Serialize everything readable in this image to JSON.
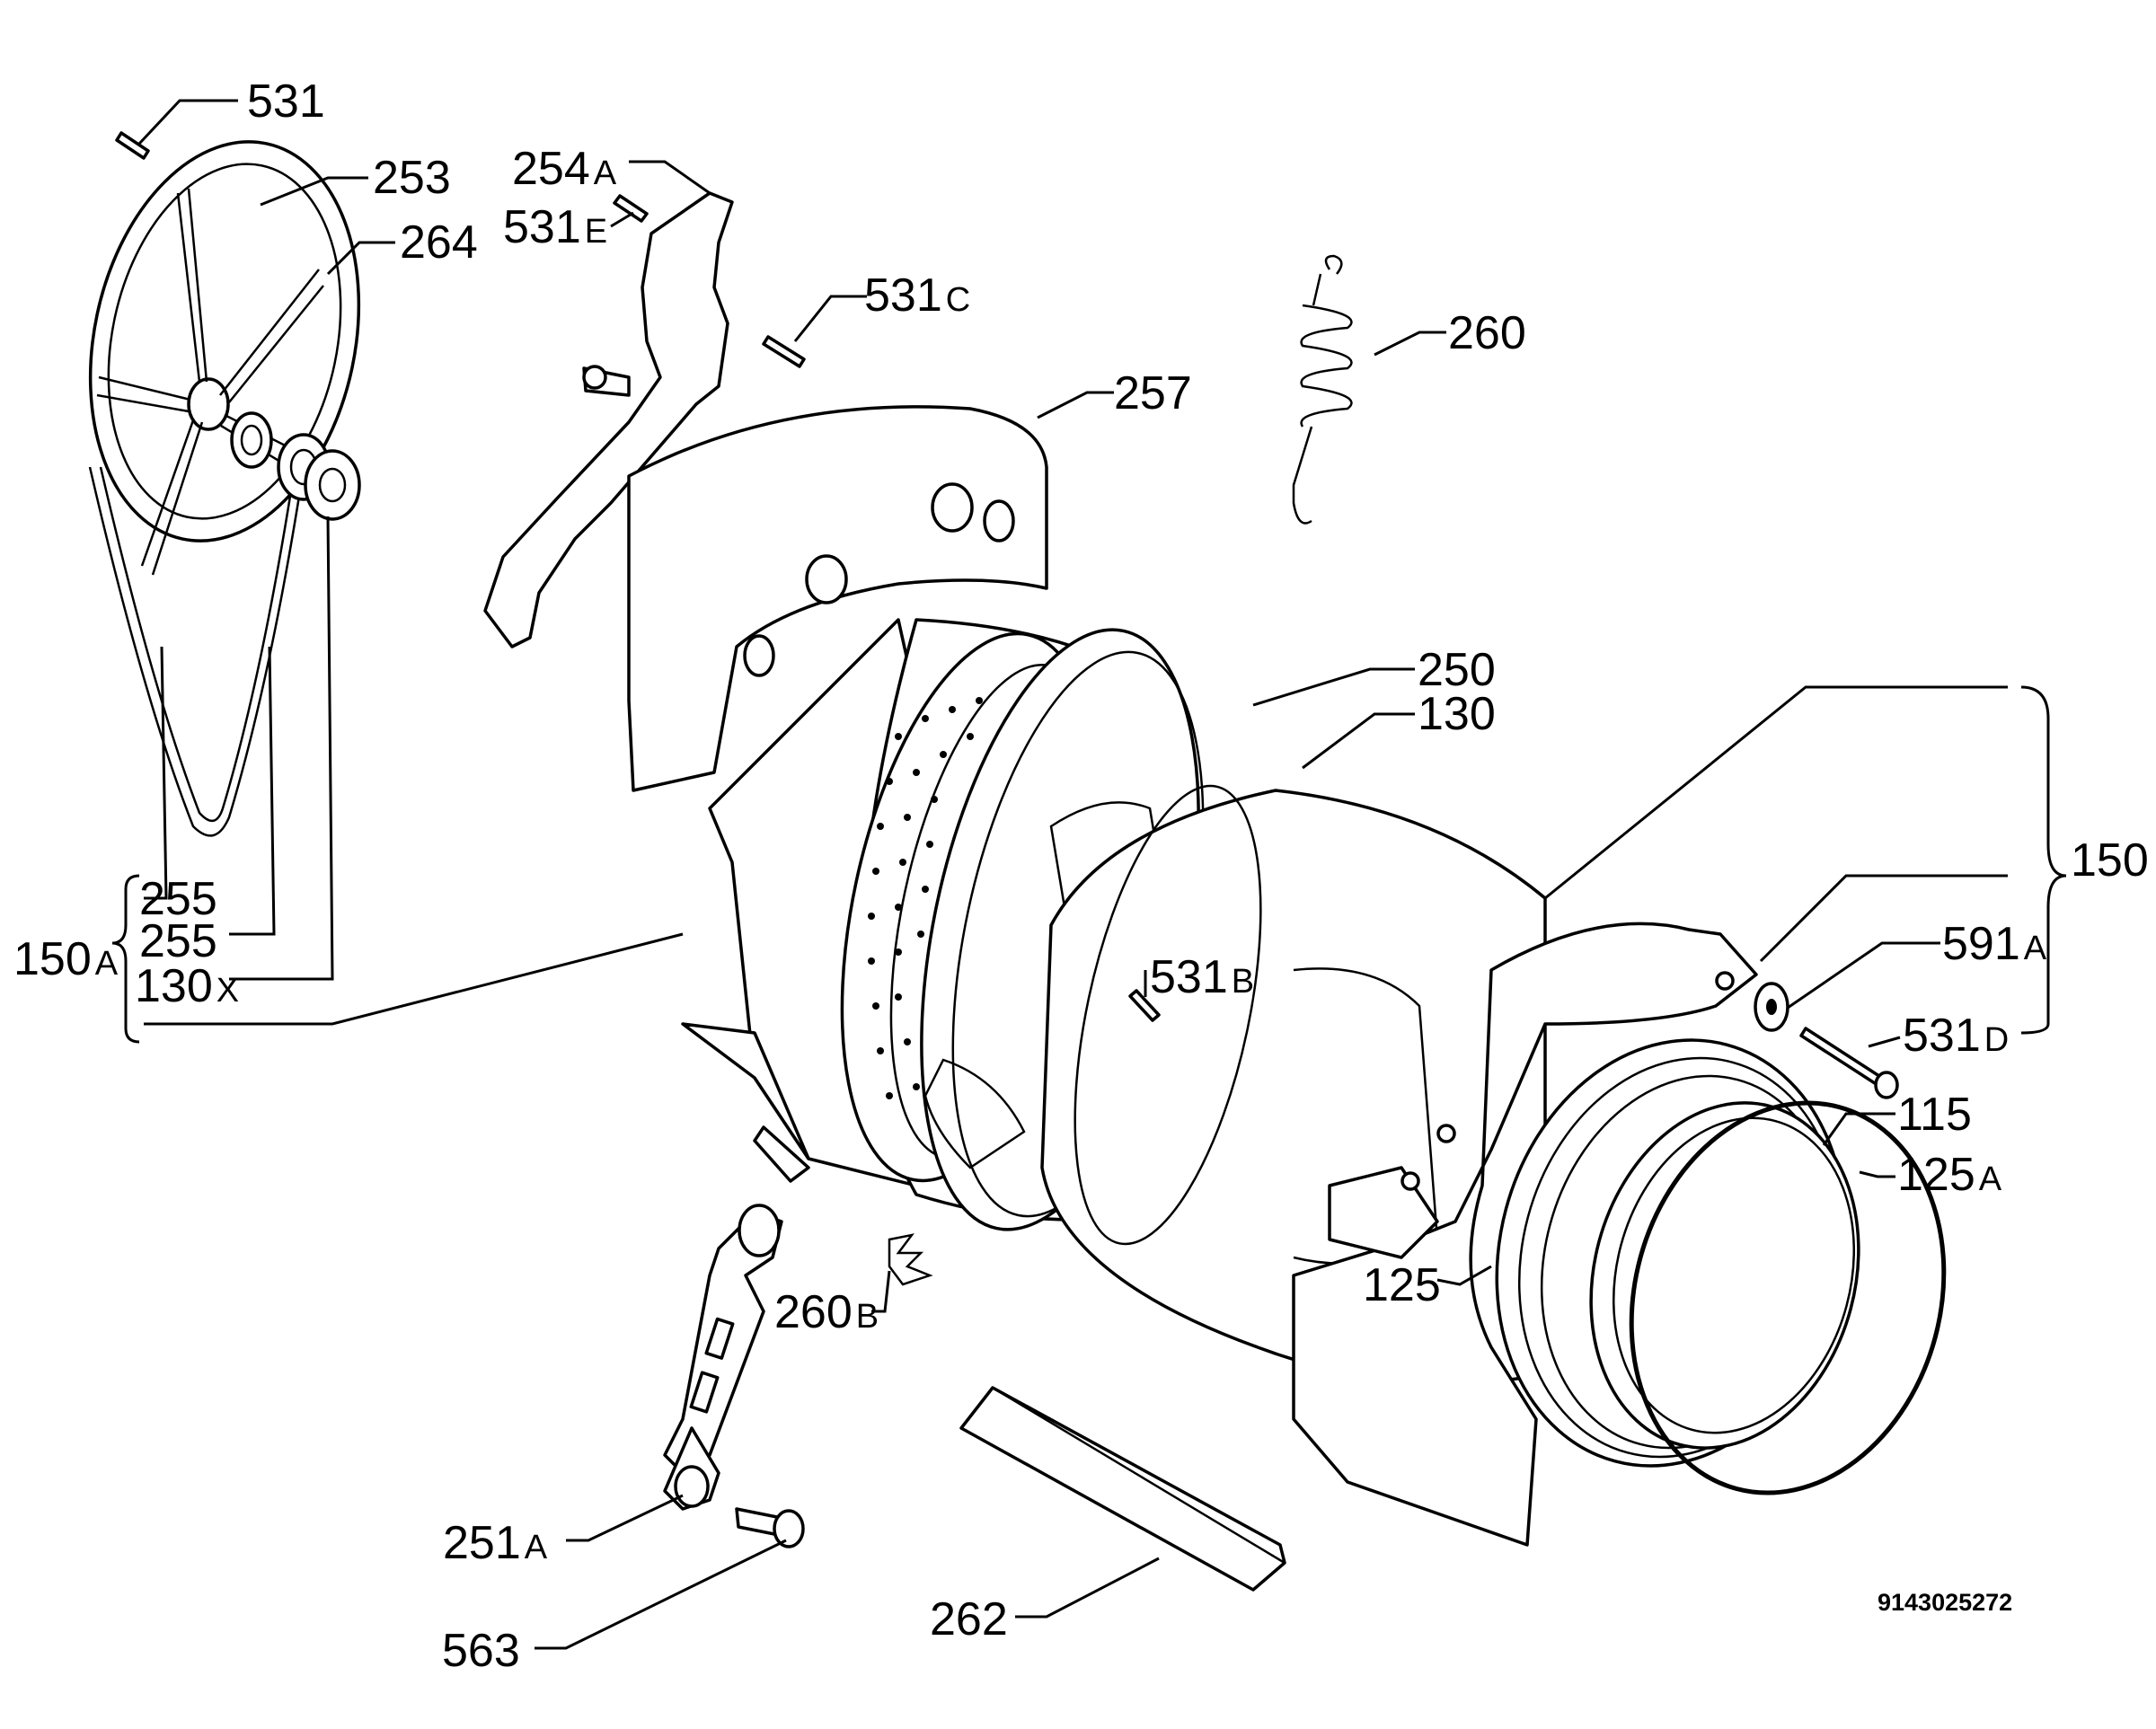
{
  "labels": {
    "l531": "531",
    "l253": "253",
    "l254a_num": "254",
    "l254a_suf": "A",
    "l531e_num": "531",
    "l531e_suf": "E",
    "l264": "264",
    "l531c_num": "531",
    "l531c_suf": "C",
    "l260": "260",
    "l257": "257",
    "l250": "250",
    "l130": "130",
    "l150": "150",
    "l591a_num": "591",
    "l591a_suf": "A",
    "l531b_num": "531",
    "l531b_suf": "B",
    "l531d_num": "531",
    "l531d_suf": "D",
    "l115": "115",
    "l125a_num": "125",
    "l125a_suf": "A",
    "l125": "125",
    "l255_1": "255",
    "l255_2": "255",
    "l130x_num": "130",
    "l130x_suf": "X",
    "l150a_num": "150",
    "l150a_suf": "A",
    "l260b_num": "260",
    "l260b_suf": "B",
    "l251a_num": "251",
    "l251a_suf": "A",
    "l563": "563",
    "l262": "262"
  },
  "drawing_code": "9143025272"
}
